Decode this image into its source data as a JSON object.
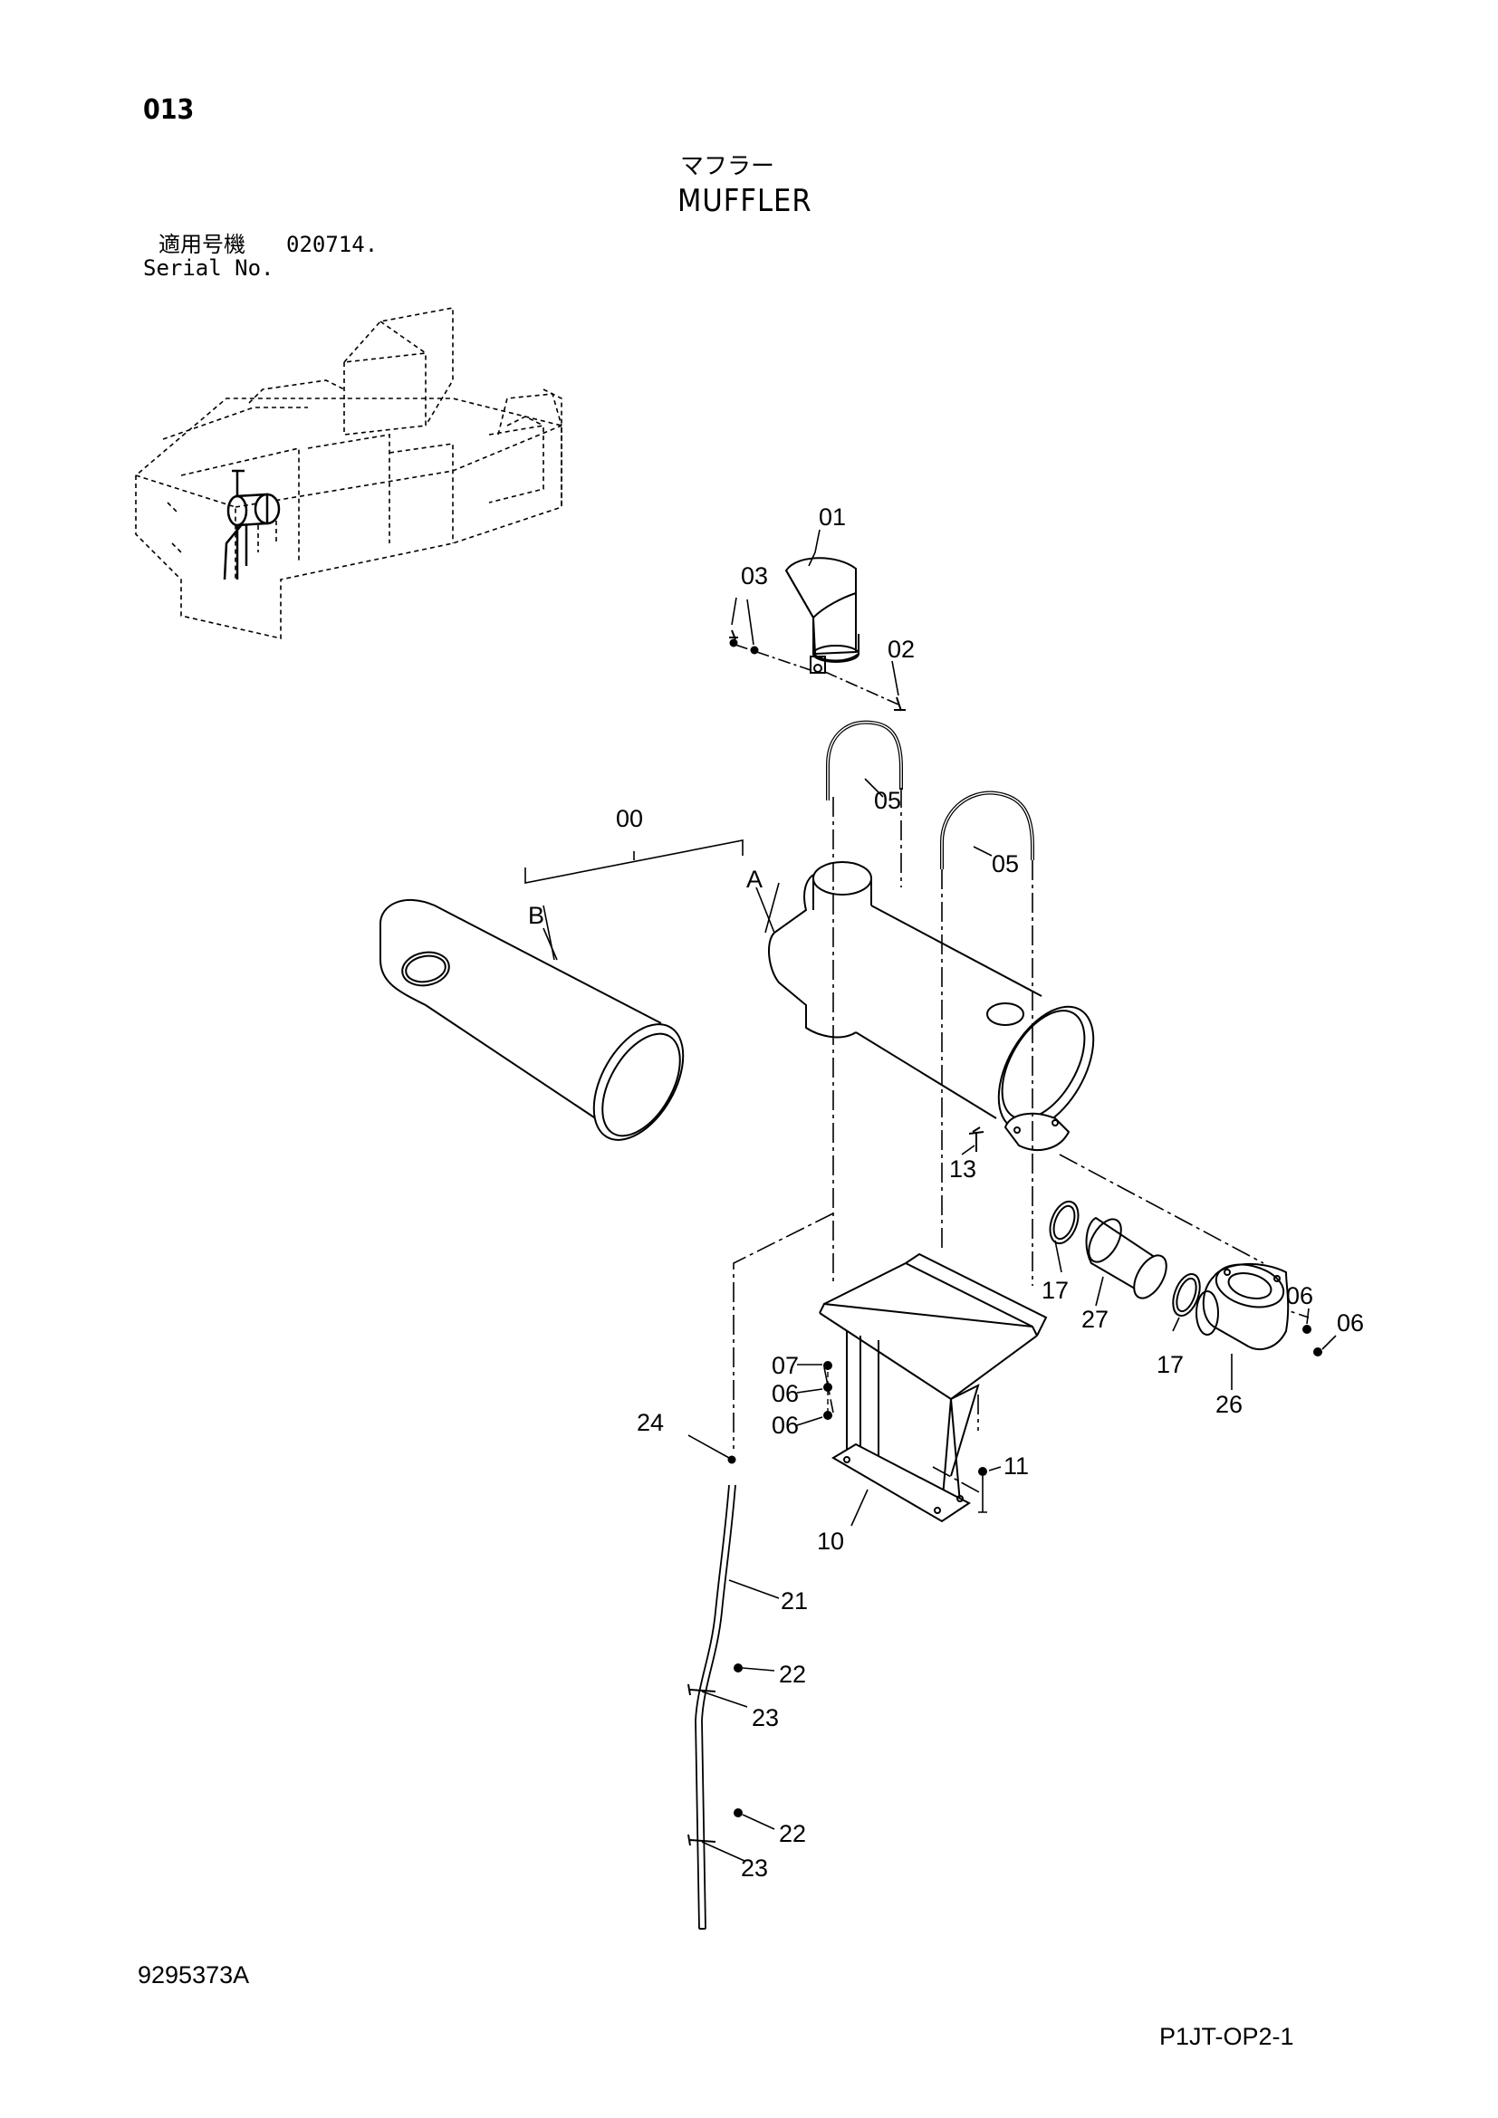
{
  "header": {
    "page_number": "013",
    "title_jp": "マフラー",
    "title_en": "MUFFLER",
    "serial_jp": "適用号機",
    "serial_value": "020714.",
    "serial_en": "Serial No."
  },
  "callouts": {
    "c01": "01",
    "c03": "03",
    "c02": "02",
    "c05a": "05",
    "c05b": "05",
    "c00": "00",
    "cA": "A",
    "cB": "B",
    "c13": "13",
    "c17a": "17",
    "c27": "27",
    "c17b": "17",
    "c06a": "06",
    "c06b": "06",
    "c26": "26",
    "c07": "07",
    "c06c": "06",
    "c06d": "06",
    "c24": "24",
    "c11": "11",
    "c10": "10",
    "c21": "21",
    "c22a": "22",
    "c23a": "23",
    "c22b": "22",
    "c23b": "23"
  },
  "footer": {
    "drawing_number": "9295373A",
    "sheet_code": "P1JT-OP2-1"
  }
}
